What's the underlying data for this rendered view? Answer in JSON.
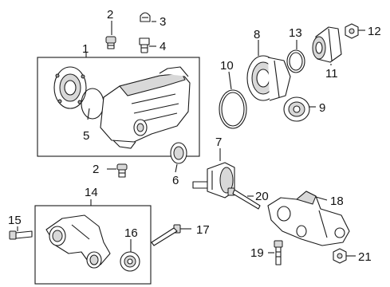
{
  "callouts": {
    "c1": "1",
    "c2a": "2",
    "c2b": "2",
    "c3": "3",
    "c4": "4",
    "c5": "5",
    "c6": "6",
    "c7": "7",
    "c8": "8",
    "c9": "9",
    "c10": "10",
    "c11": "11",
    "c12": "12",
    "c13": "13",
    "c14": "14",
    "c15": "15",
    "c16": "16",
    "c17": "17",
    "c18": "18",
    "c19": "19",
    "c20": "20",
    "c21": "21"
  },
  "colors": {
    "ink": "#1a1a1a",
    "background": "#ffffff",
    "shade": "#d8d8d8"
  }
}
